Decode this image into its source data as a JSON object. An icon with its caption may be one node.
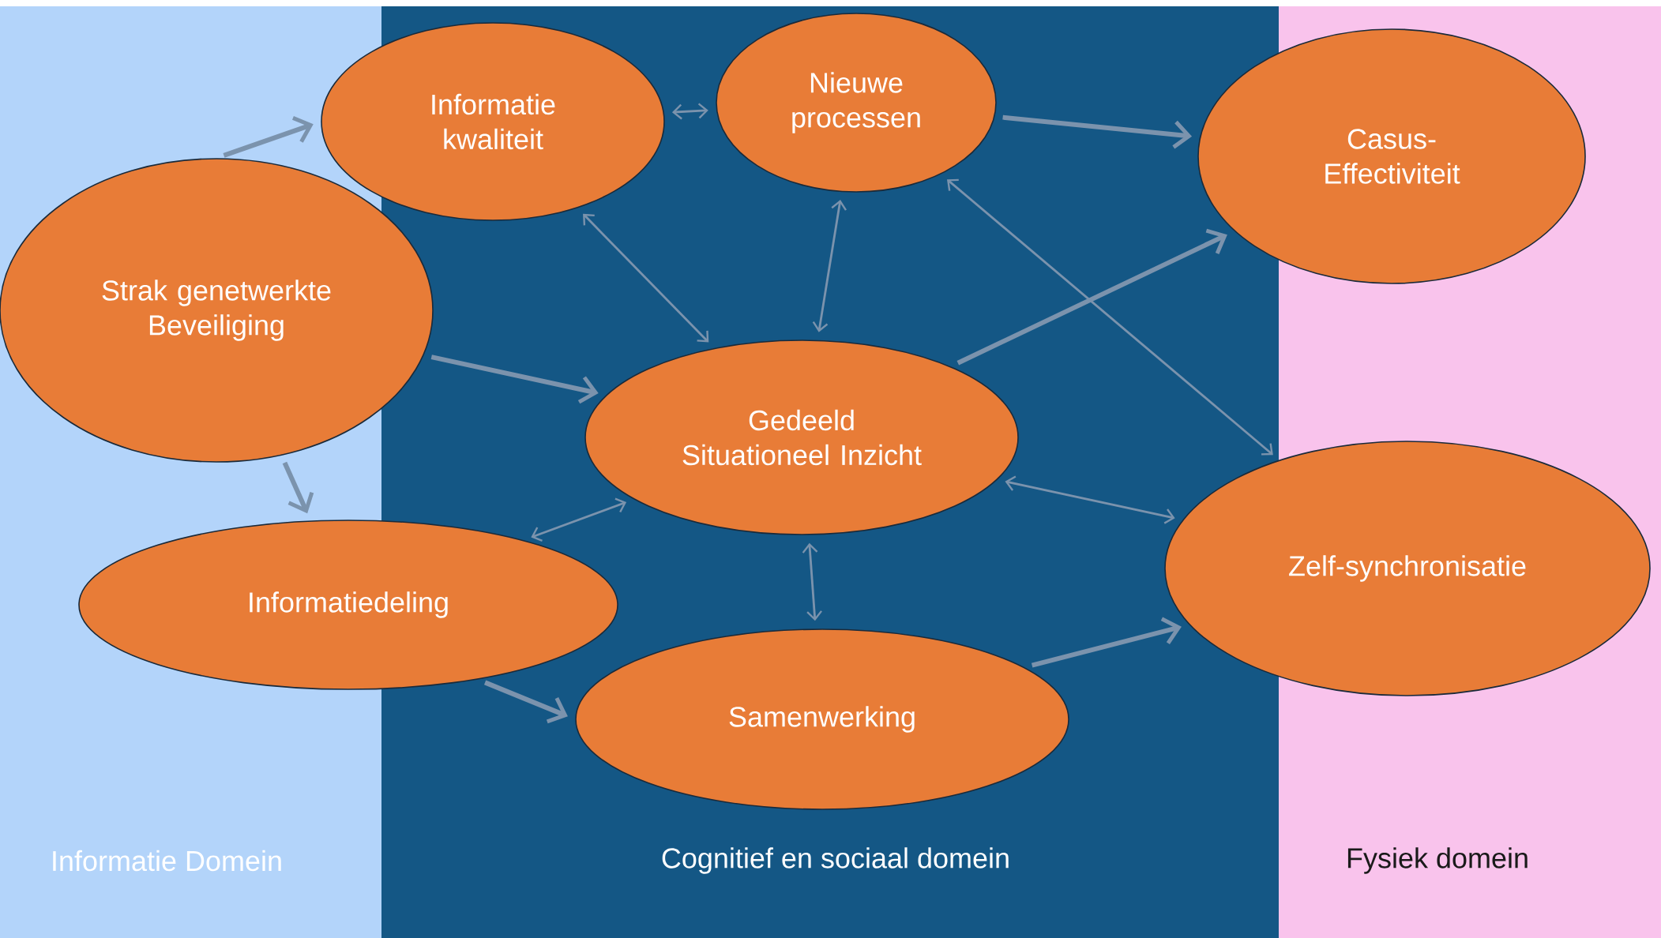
{
  "diagram": {
    "nodes": [
      {
        "text": [
          "Strak genetwerkte Beveiliging"
        ]
      },
      {
        "text": [
          "Informatie kwaliteit"
        ]
      },
      {
        "text": [
          "Nieuwe processen"
        ]
      },
      {
        "text": [
          "Casus- Effectiviteit"
        ]
      },
      {
        "text": [
          "Gedeeld Situationeel Inzicht"
        ]
      },
      {
        "text": [
          "Informatiedeling"
        ]
      },
      {
        "text": [
          "Samenwerking"
        ]
      },
      {
        "text": [
          "Zelf-synchronisatie"
        ]
      }
    ],
    "edges": [
      {
        "from": 0,
        "to": 1,
        "arrow": "to",
        "style": "thick"
      },
      {
        "from": 0,
        "to": 4,
        "arrow": "to",
        "style": "thick"
      },
      {
        "from": 0,
        "to": 5,
        "arrow": "to",
        "style": "thick"
      },
      {
        "from": 1,
        "to": 2,
        "arrow": "both"
      },
      {
        "from": 1,
        "to": 4,
        "arrow": "both"
      },
      {
        "from": 2,
        "to": 4,
        "arrow": "both"
      },
      {
        "from": 2,
        "to": 3,
        "arrow": "to",
        "style": "thick"
      },
      {
        "from": 2,
        "to": 7,
        "arrow": "both"
      },
      {
        "from": 4,
        "to": 3,
        "arrow": "to",
        "style": "thick"
      },
      {
        "from": 4,
        "to": 7,
        "arrow": "both"
      },
      {
        "from": 4,
        "to": 5,
        "arrow": "both"
      },
      {
        "from": 4,
        "to": 6,
        "arrow": "both"
      },
      {
        "from": 5,
        "to": 6,
        "arrow": "to",
        "style": "thick"
      },
      {
        "from": 6,
        "to": 7,
        "arrow": "to",
        "style": "thick"
      }
    ],
    "labels": [
      "Informatie Domein",
      "Cognitief en sociaal domein",
      "Fysiek domein"
    ]
  }
}
